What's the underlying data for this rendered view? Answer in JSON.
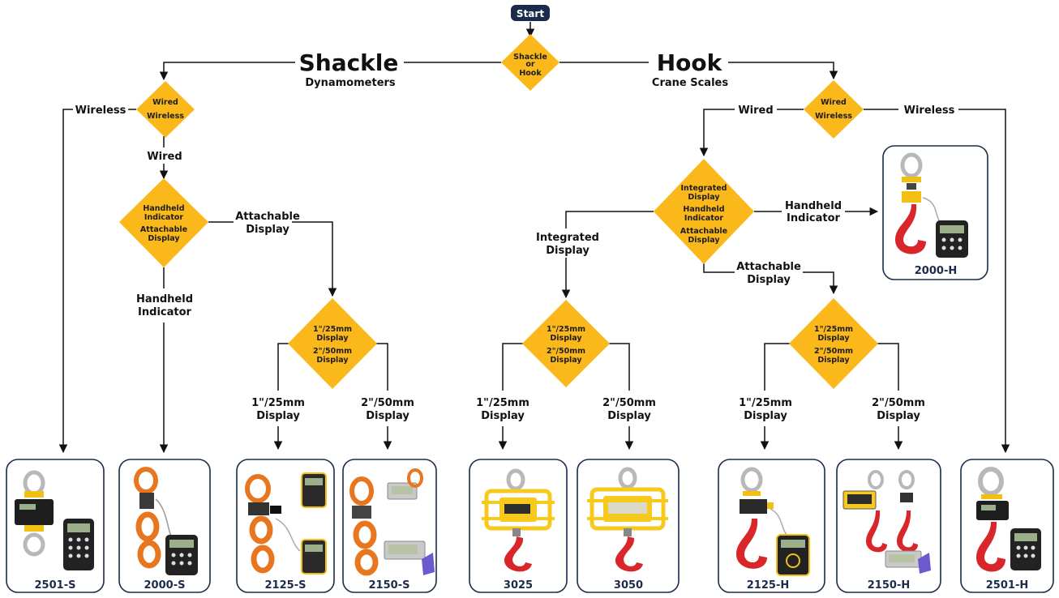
{
  "start": "Start",
  "root": {
    "line1": "Shackle",
    "line2": "or",
    "line3": "Hook"
  },
  "branches": {
    "shackle": {
      "title": "Shackle",
      "subtitle": "Dynamometers"
    },
    "hook": {
      "title": "Hook",
      "subtitle": "Crane Scales"
    }
  },
  "decisions": {
    "wired_wireless": {
      "line1": "Wired",
      "line2": "Wireless"
    },
    "indicator_display": {
      "line1": "Handheld",
      "line2": "Indicator",
      "line3": "Attachable",
      "line4": "Display"
    },
    "display_size": {
      "line1": "1\"/25mm",
      "line2": "Display",
      "line3": "2\"/50mm",
      "line4": "Display"
    },
    "hook_display": {
      "line1": "Integrated",
      "line2": "Display",
      "line3": "Handheld",
      "line4": "Indicator",
      "line5": "Attachable",
      "line6": "Display"
    }
  },
  "edge_labels": {
    "wireless": "Wireless",
    "wired": "Wired",
    "attachable_display": [
      "Attachable",
      "Display"
    ],
    "handheld_indicator": [
      "Handheld",
      "Indicator"
    ],
    "integrated_display": [
      "Integrated",
      "Display"
    ],
    "small_display": [
      "1\"/25mm",
      "Display"
    ],
    "large_display": [
      "2\"/50mm",
      "Display"
    ]
  },
  "products": {
    "p2501s": "2501-S",
    "p2000s": "2000-S",
    "p2125s": "2125-S",
    "p2150s": "2150-S",
    "p3025": "3025",
    "p3050": "3050",
    "p2125h": "2125-H",
    "p2150h": "2150-H",
    "p2501h": "2501-H",
    "p2000h": "2000-H"
  },
  "colors": {
    "decision": "#FBB81B",
    "navy": "#1B2B4B",
    "line": "#111111",
    "hook_red": "#D8262B",
    "shackle_orange": "#E8761E",
    "cage_yellow": "#F6C91C"
  }
}
